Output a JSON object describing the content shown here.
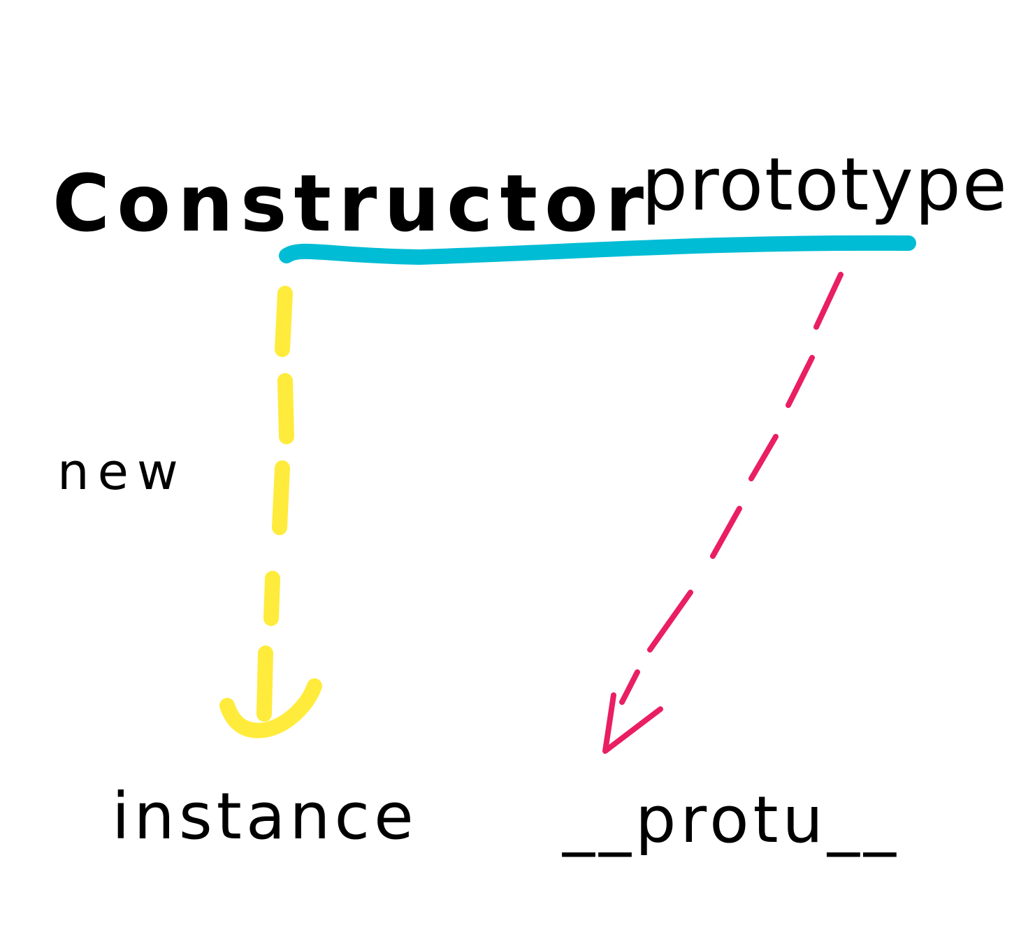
{
  "labels": {
    "constructor": "Constructor",
    "prototype": "prototype",
    "new": "new",
    "instance": "instance",
    "proto": "__protu__"
  },
  "colors": {
    "link": "#00bcd4",
    "new_arrow": "#ffeb3b",
    "proto_arrow": "#e91e63",
    "ink": "#000000",
    "background": "#ffffff"
  }
}
